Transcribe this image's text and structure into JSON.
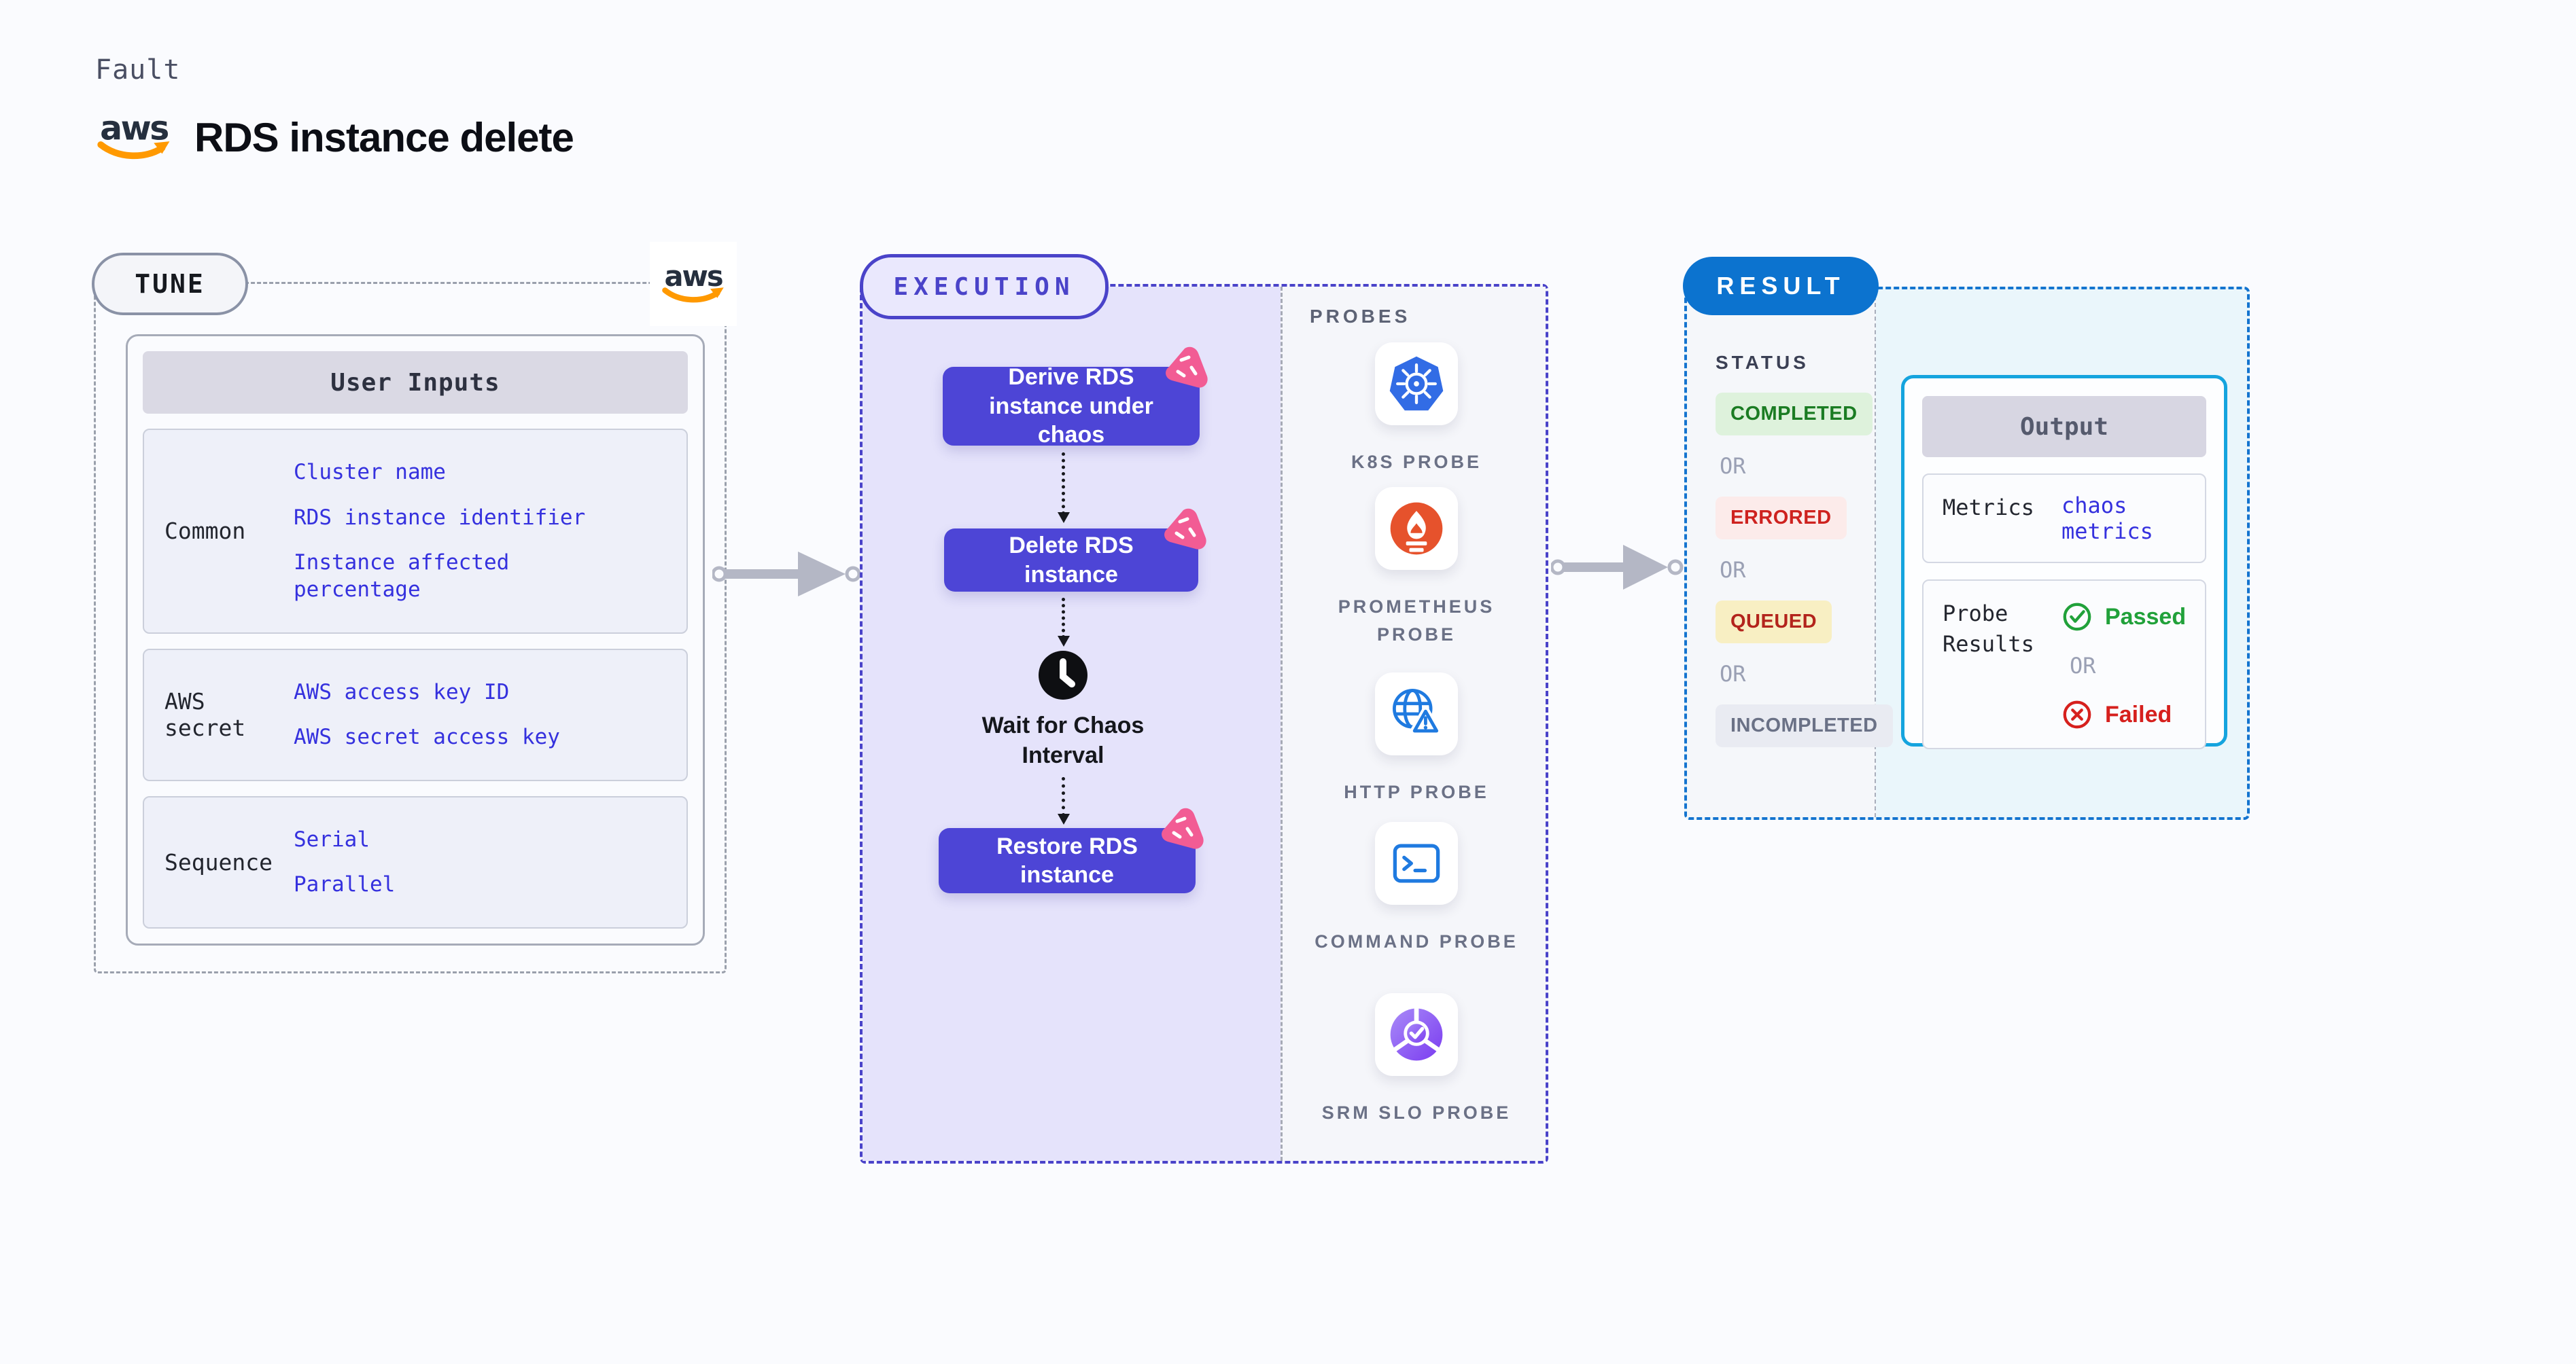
{
  "header": {
    "category": "Fault",
    "title": "RDS instance delete",
    "brand": "aws"
  },
  "tune": {
    "badge": "TUNE",
    "inputs": {
      "header": "User Inputs",
      "rows": [
        {
          "label": "Common",
          "values": [
            "Cluster name",
            "RDS instance identifier",
            "Instance affected percentage"
          ]
        },
        {
          "label": "AWS secret",
          "values": [
            "AWS access key ID",
            "AWS secret access key"
          ]
        },
        {
          "label": "Sequence",
          "values": [
            "Serial",
            "Parallel"
          ]
        }
      ]
    }
  },
  "execution": {
    "badge": "EXECUTION",
    "steps": [
      "Derive RDS instance under chaos",
      "Delete RDS instance",
      "Restore RDS instance"
    ],
    "wait_step": "Wait for Chaos Interval"
  },
  "probes": {
    "label": "PROBES",
    "items": [
      {
        "name": "K8S PROBE",
        "icon": "kubernetes-icon"
      },
      {
        "name": "PROMETHEUS PROBE",
        "icon": "prometheus-icon"
      },
      {
        "name": "HTTP PROBE",
        "icon": "globe-alert-icon"
      },
      {
        "name": "COMMAND PROBE",
        "icon": "terminal-icon"
      },
      {
        "name": "SRM SLO PROBE",
        "icon": "slo-donut-check-icon"
      }
    ]
  },
  "result": {
    "badge": "RESULT",
    "status": {
      "label": "STATUS",
      "separator": "OR",
      "items": [
        {
          "text": "COMPLETED",
          "kind": "success"
        },
        {
          "text": "ERRORED",
          "kind": "error"
        },
        {
          "text": "QUEUED",
          "kind": "warning"
        },
        {
          "text": "INCOMPLETED",
          "kind": "neutral"
        }
      ]
    },
    "output": {
      "header": "Output",
      "metrics_label": "Metrics",
      "metrics_value": "chaos metrics",
      "probe_results_label": "Probe Results",
      "passed": "Passed",
      "or": "OR",
      "failed": "Failed"
    }
  },
  "colors": {
    "page_bg": "#fafbfe",
    "indigo_accent": "#4a43c9",
    "node_bg": "#4d45d6",
    "chaos_pink": "#f25c94",
    "result_blue": "#0c73cf",
    "output_border_cyan": "#15a4de",
    "success_green": "#1b7c23",
    "error_red": "#ce221f",
    "queued_bg": "#f8efc3",
    "aws_orange": "#ff9900",
    "k8s_blue": "#326ce5",
    "prometheus_orange": "#e6522c",
    "probe_icon_blue": "#1f7ae0",
    "srm_purple": "#7a3bf0",
    "value_blue": "#3531de"
  }
}
